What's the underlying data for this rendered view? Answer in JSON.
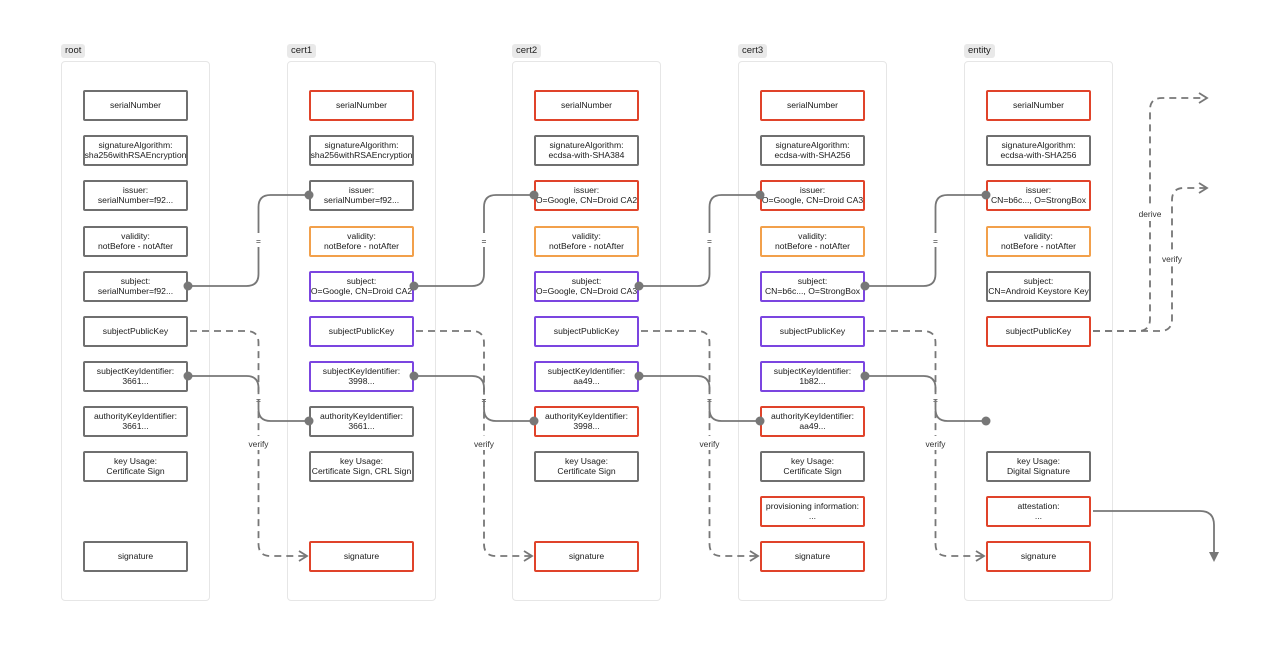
{
  "columns": [
    {
      "label": "root",
      "fields": [
        {
          "lines": [
            "serialNumber"
          ],
          "color": "gray"
        },
        {
          "lines": [
            "signatureAlgorithm:",
            "sha256withRSAEncryption"
          ],
          "color": "gray"
        },
        {
          "lines": [
            "issuer:",
            "serialNumber=f92..."
          ],
          "color": "gray"
        },
        {
          "lines": [
            "validity:",
            "notBefore - notAfter"
          ],
          "color": "gray"
        },
        {
          "lines": [
            "subject:",
            "serialNumber=f92..."
          ],
          "color": "gray"
        },
        {
          "lines": [
            "subjectPublicKey"
          ],
          "color": "gray"
        },
        {
          "lines": [
            "subjectKeyIdentifier:",
            "3661..."
          ],
          "color": "gray"
        },
        {
          "lines": [
            "authorityKeyIdentifier:",
            "3661..."
          ],
          "color": "gray"
        },
        {
          "lines": [
            "key Usage:",
            "Certificate Sign"
          ],
          "color": "gray"
        },
        {
          "lines": [],
          "color": "none"
        },
        {
          "lines": [
            "signature"
          ],
          "color": "gray"
        }
      ]
    },
    {
      "label": "cert1",
      "fields": [
        {
          "lines": [
            "serialNumber"
          ],
          "color": "red"
        },
        {
          "lines": [
            "signatureAlgorithm:",
            "sha256withRSAEncryption"
          ],
          "color": "gray"
        },
        {
          "lines": [
            "issuer:",
            "serialNumber=f92..."
          ],
          "color": "gray"
        },
        {
          "lines": [
            "validity:",
            "notBefore - notAfter"
          ],
          "color": "orange"
        },
        {
          "lines": [
            "subject:",
            "O=Google, CN=Droid CA2"
          ],
          "color": "purple"
        },
        {
          "lines": [
            "subjectPublicKey"
          ],
          "color": "purple"
        },
        {
          "lines": [
            "subjectKeyIdentifier:",
            "3998..."
          ],
          "color": "purple"
        },
        {
          "lines": [
            "authorityKeyIdentifier:",
            "3661..."
          ],
          "color": "gray"
        },
        {
          "lines": [
            "key Usage:",
            "Certificate Sign, CRL Sign"
          ],
          "color": "gray"
        },
        {
          "lines": [],
          "color": "none"
        },
        {
          "lines": [
            "signature"
          ],
          "color": "red"
        }
      ]
    },
    {
      "label": "cert2",
      "fields": [
        {
          "lines": [
            "serialNumber"
          ],
          "color": "red"
        },
        {
          "lines": [
            "signatureAlgorithm:",
            "ecdsa-with-SHA384"
          ],
          "color": "gray"
        },
        {
          "lines": [
            "issuer:",
            "O=Google, CN=Droid CA2"
          ],
          "color": "red"
        },
        {
          "lines": [
            "validity:",
            "notBefore - notAfter"
          ],
          "color": "orange"
        },
        {
          "lines": [
            "subject:",
            "O=Google, CN=Droid CA3"
          ],
          "color": "purple"
        },
        {
          "lines": [
            "subjectPublicKey"
          ],
          "color": "purple"
        },
        {
          "lines": [
            "subjectKeyIdentifier:",
            "aa49..."
          ],
          "color": "purple"
        },
        {
          "lines": [
            "authorityKeyIdentifier:",
            "3998..."
          ],
          "color": "red"
        },
        {
          "lines": [
            "key Usage:",
            "Certificate Sign"
          ],
          "color": "gray"
        },
        {
          "lines": [],
          "color": "none"
        },
        {
          "lines": [
            "signature"
          ],
          "color": "red"
        }
      ]
    },
    {
      "label": "cert3",
      "fields": [
        {
          "lines": [
            "serialNumber"
          ],
          "color": "red"
        },
        {
          "lines": [
            "signatureAlgorithm:",
            "ecdsa-with-SHA256"
          ],
          "color": "gray"
        },
        {
          "lines": [
            "issuer:",
            "O=Google, CN=Droid CA3"
          ],
          "color": "red"
        },
        {
          "lines": [
            "validity:",
            "notBefore - notAfter"
          ],
          "color": "orange"
        },
        {
          "lines": [
            "subject:",
            "CN=b6c..., O=StrongBox"
          ],
          "color": "purple"
        },
        {
          "lines": [
            "subjectPublicKey"
          ],
          "color": "purple"
        },
        {
          "lines": [
            "subjectKeyIdentifier:",
            "1b82..."
          ],
          "color": "purple"
        },
        {
          "lines": [
            "authorityKeyIdentifier:",
            "aa49..."
          ],
          "color": "red"
        },
        {
          "lines": [
            "key Usage:",
            "Certificate Sign"
          ],
          "color": "gray"
        },
        {
          "lines": [
            "provisioning information:",
            "..."
          ],
          "color": "red"
        },
        {
          "lines": [
            "signature"
          ],
          "color": "red"
        }
      ]
    },
    {
      "label": "entity",
      "fields": [
        {
          "lines": [
            "serialNumber"
          ],
          "color": "red"
        },
        {
          "lines": [
            "signatureAlgorithm:",
            "ecdsa-with-SHA256"
          ],
          "color": "gray"
        },
        {
          "lines": [
            "issuer:",
            "CN=b6c..., O=StrongBox"
          ],
          "color": "red"
        },
        {
          "lines": [
            "validity:",
            "notBefore - notAfter"
          ],
          "color": "orange"
        },
        {
          "lines": [
            "subject:",
            "CN=Android Keystore Key"
          ],
          "color": "gray"
        },
        {
          "lines": [
            "subjectPublicKey"
          ],
          "color": "red"
        },
        {
          "lines": [],
          "color": "none"
        },
        {
          "lines": [],
          "color": "none"
        },
        {
          "lines": [
            "key Usage:",
            "Digital Signature"
          ],
          "color": "gray"
        },
        {
          "lines": [
            "attestation:",
            "..."
          ],
          "color": "red"
        },
        {
          "lines": [
            "signature"
          ],
          "color": "red"
        }
      ]
    }
  ],
  "connector_labels": {
    "equals": "=",
    "verify": "verify",
    "derive": "derive"
  },
  "colors": {
    "gray": "#6f6f6f",
    "red": "#e0432a",
    "orange": "#f2a04b",
    "purple": "#7b45e0",
    "wire": "#777777"
  }
}
